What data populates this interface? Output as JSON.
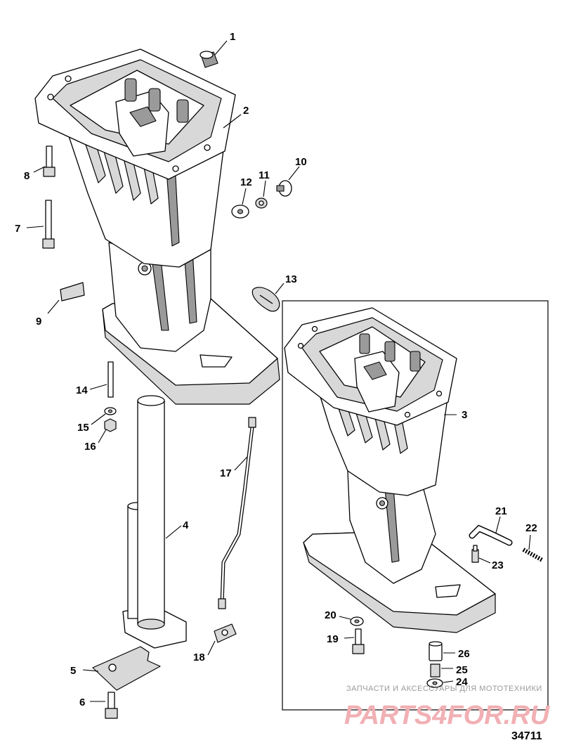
{
  "callouts": [
    {
      "num": "1"
    },
    {
      "num": "2"
    },
    {
      "num": "3"
    },
    {
      "num": "4"
    },
    {
      "num": "5"
    },
    {
      "num": "6"
    },
    {
      "num": "7"
    },
    {
      "num": "8"
    },
    {
      "num": "9"
    },
    {
      "num": "10"
    },
    {
      "num": "11"
    },
    {
      "num": "12"
    },
    {
      "num": "13"
    },
    {
      "num": "14"
    },
    {
      "num": "15"
    },
    {
      "num": "16"
    },
    {
      "num": "17"
    },
    {
      "num": "18"
    },
    {
      "num": "19"
    },
    {
      "num": "20"
    },
    {
      "num": "21"
    },
    {
      "num": "22"
    },
    {
      "num": "23"
    },
    {
      "num": "24"
    },
    {
      "num": "25"
    },
    {
      "num": "26"
    }
  ],
  "watermark": {
    "caption": "ЗАПЧАСТИ И АКСЕССУАРЫ ДЛЯ МОТОТЕХНИКИ",
    "brand": "PARTS4FOR.RU"
  },
  "figure_number": "34711"
}
